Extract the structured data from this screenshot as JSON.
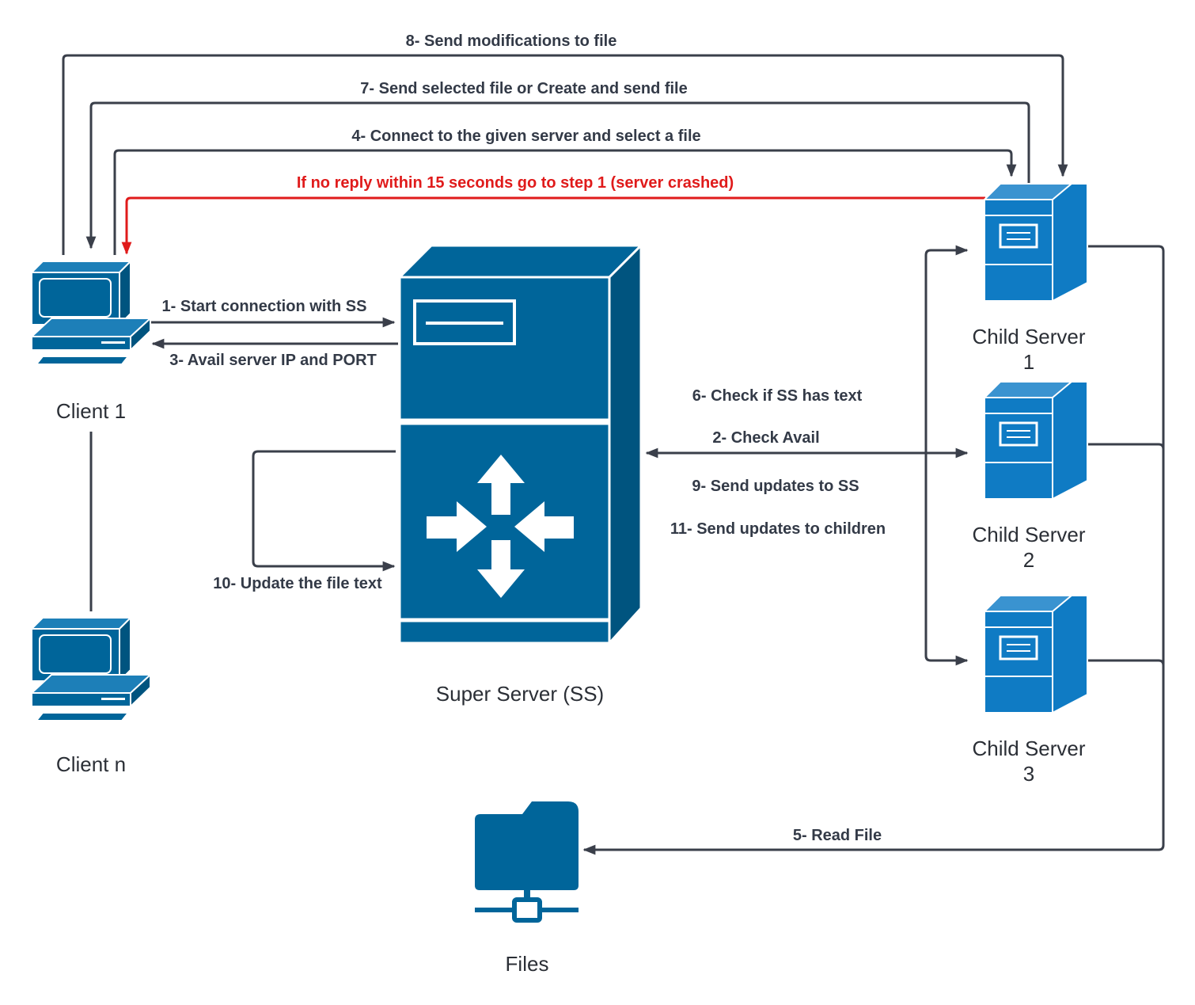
{
  "colors": {
    "icon_dark": "#00659a",
    "child_server": "#0f7bc4",
    "edge": "#3a3f4a",
    "alert": "#e01b1b"
  },
  "nodes": {
    "client1": "Client 1",
    "clientn": "Client n",
    "super_server": "Super Server (SS)",
    "child1": [
      "Child Server",
      "1"
    ],
    "child2": [
      "Child Server",
      "2"
    ],
    "child3": [
      "Child Server",
      "3"
    ],
    "files": "Files"
  },
  "edges": {
    "step8": "8- Send modifications to file",
    "step7": "7- Send selected file or Create and send file",
    "step4": "4- Connect to the given server and select a file",
    "timeout": "If no reply within 15 seconds go to step 1 (server crashed)",
    "step1": "1- Start connection with SS",
    "step3": "3- Avail server IP and PORT",
    "step6": "6- Check if SS has text",
    "step2": "2- Check Avail",
    "step9": "9- Send updates to SS",
    "step11": "11- Send updates to children",
    "step10": "10- Update the file text",
    "step5": "5- Read File"
  },
  "icons": {
    "client1": "desktop-computer-icon",
    "clientn": "desktop-computer-icon",
    "super_server": "server-router-icon",
    "child_servers": "server-tower-icon",
    "files": "network-folder-icon"
  }
}
